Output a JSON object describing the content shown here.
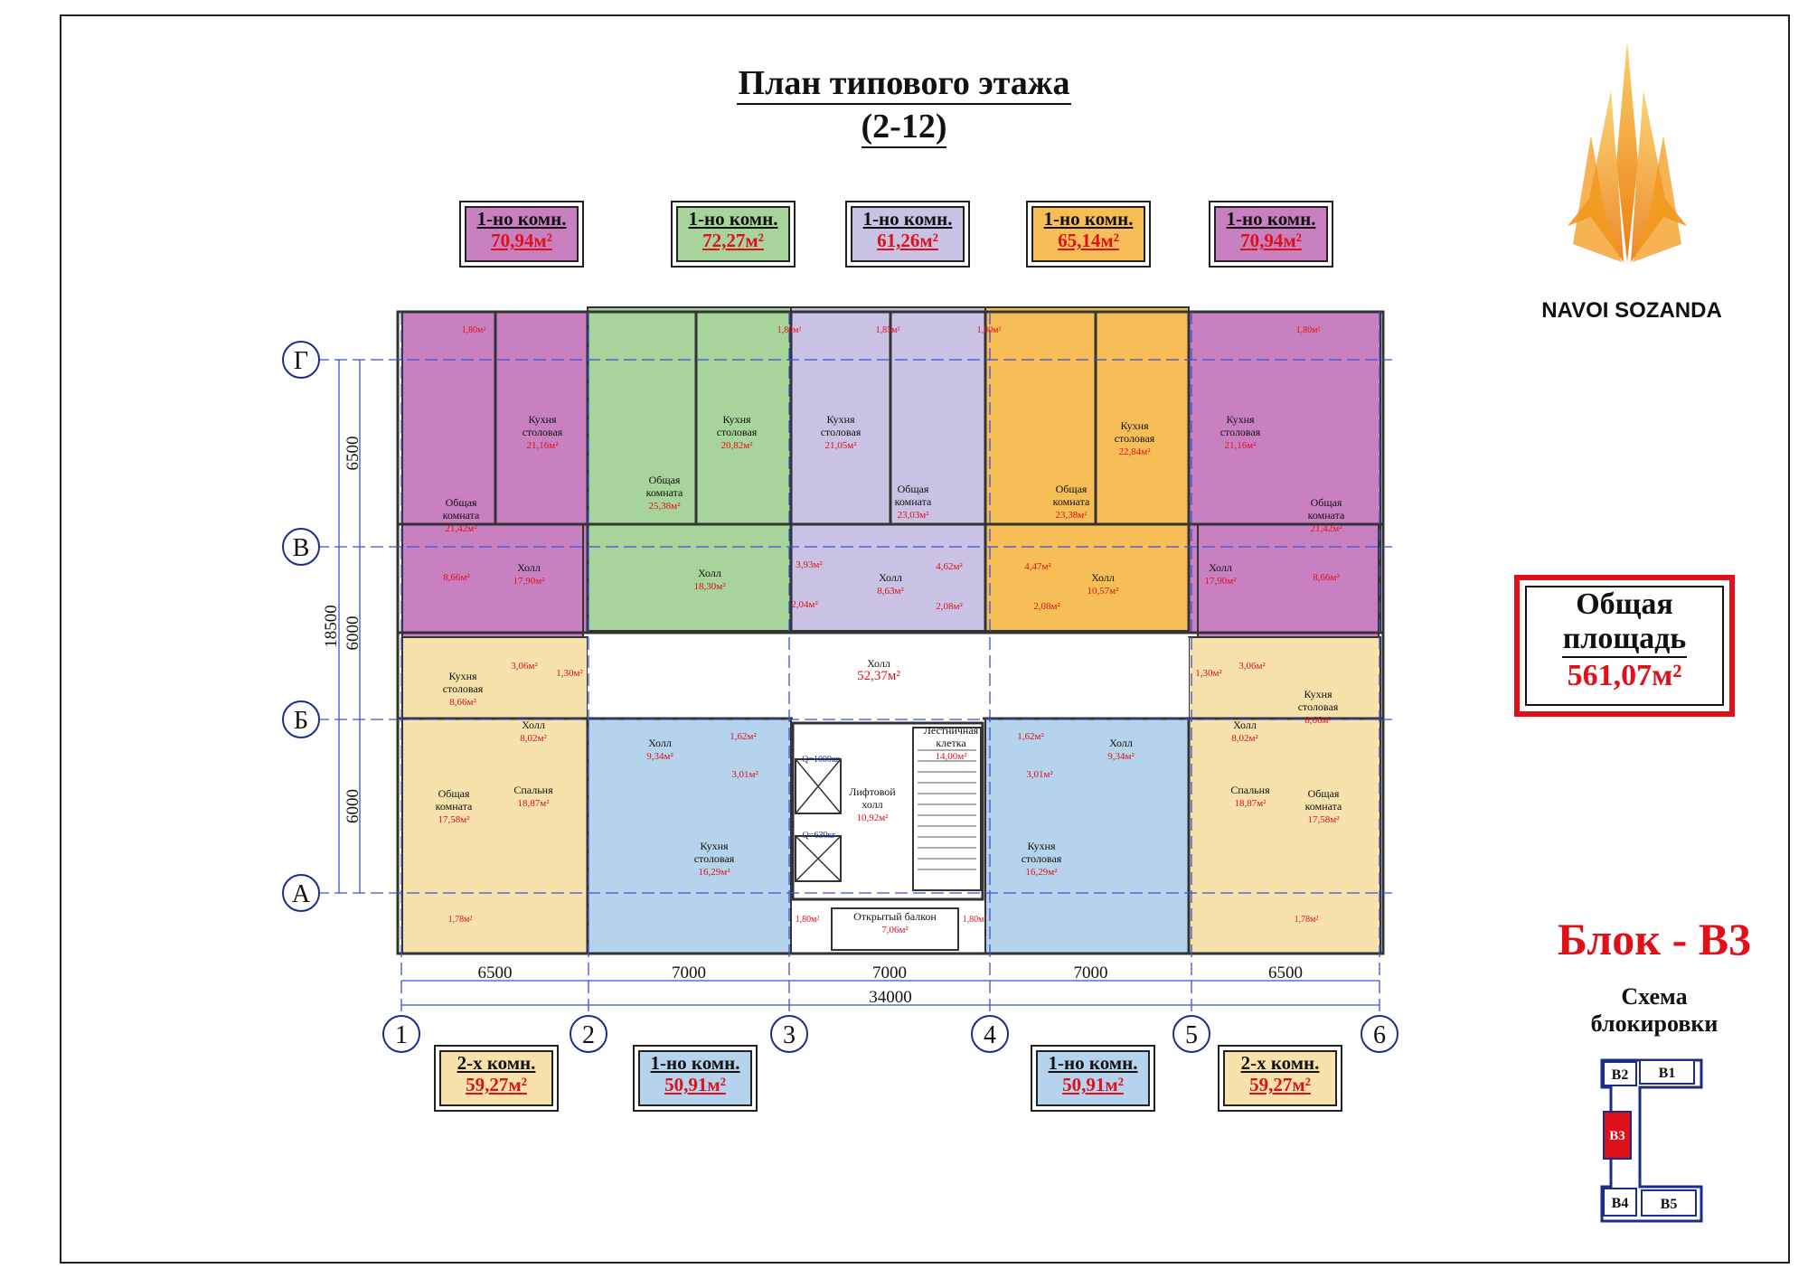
{
  "title": {
    "line1": "План типового этажа",
    "line2": "(2-12)"
  },
  "brand": "NAVOI SOZANDA",
  "total": {
    "label_line1": "Общая",
    "label_line2": "площадь",
    "value": "561,07м²"
  },
  "block_label": "Блок - В3",
  "schema_label": {
    "line1": "Схема",
    "line2": "блокировки"
  },
  "top_tags": [
    {
      "type": "1-но комн.",
      "area": "70,94м²",
      "color": "#c980c0"
    },
    {
      "type": "1-но комн.",
      "area": "72,27м²",
      "color": "#a6d49a"
    },
    {
      "type": "1-но комн.",
      "area": "61,26м²",
      "color": "#c9c2e4"
    },
    {
      "type": "1-но комн.",
      "area": "65,14м²",
      "color": "#f7be58"
    },
    {
      "type": "1-но комн.",
      "area": "70,94м²",
      "color": "#c980c0"
    }
  ],
  "bottom_tags": [
    {
      "type": "2-х комн.",
      "area": "59,27м²",
      "color": "#f6e2aa"
    },
    {
      "type": "1-но комн.",
      "area": "50,91м²",
      "color": "#b5d3ec"
    },
    {
      "type": "1-но комн.",
      "area": "50,91м²",
      "color": "#b5d3ec"
    },
    {
      "type": "2-х комн.",
      "area": "59,27м²",
      "color": "#f6e2aa"
    }
  ],
  "axes_letters": [
    "Г",
    "В",
    "Б",
    "А"
  ],
  "axes_numbers": [
    "1",
    "2",
    "3",
    "4",
    "5",
    "6"
  ],
  "dims": {
    "bottom": [
      "6500",
      "7000",
      "7000",
      "7000",
      "6500"
    ],
    "total": "34000",
    "left": [
      "6500",
      "6000",
      "6000"
    ],
    "left_total": "18500"
  },
  "rooms": [
    {
      "name": "Кухня\nстоловая",
      "area": "21,16м²"
    },
    {
      "name": "Общая\nкомната",
      "area": "21,42м²"
    },
    {
      "name": "Общая\nкомната",
      "area": "25,38м²"
    },
    {
      "name": "Кухня\nстоловая",
      "area": "20,82м²"
    },
    {
      "name": "Кухня\nстоловая",
      "area": "21,05м²"
    },
    {
      "name": "Общая\nкомната",
      "area": "23,03м²"
    },
    {
      "name": "Общая\nкомната",
      "area": "23,38м²"
    },
    {
      "name": "Кухня\nстоловая",
      "area": "22,84м²"
    },
    {
      "name": "Кухня\nстоловая",
      "area": "21,16м²"
    },
    {
      "name": "Общая\nкомната",
      "area": "21,42м²"
    },
    {
      "name": "",
      "area": "8,66м²"
    },
    {
      "name": "Холл",
      "area": "17,90м²"
    },
    {
      "name": "Холл",
      "area": "18,30м²"
    },
    {
      "name": "",
      "area": "3,93м²"
    },
    {
      "name": "",
      "area": "2,04м²"
    },
    {
      "name": "Холл",
      "area": "8,63м²"
    },
    {
      "name": "",
      "area": "4,62м²"
    },
    {
      "name": "",
      "area": "2,08м²"
    },
    {
      "name": "",
      "area": "4,47м²"
    },
    {
      "name": "",
      "area": "2,08м²"
    },
    {
      "name": "Холл",
      "area": "10,57м²"
    },
    {
      "name": "Холл",
      "area": "17,90м²"
    },
    {
      "name": "",
      "area": "8,66м²"
    },
    {
      "name": "Холл",
      "area": "52,37м²"
    },
    {
      "name": "Кухня\nстоловая",
      "area": "8,66м²"
    },
    {
      "name": "",
      "area": "3,06м²"
    },
    {
      "name": "",
      "area": "1,30м²"
    },
    {
      "name": "Холл",
      "area": "8,02м²"
    },
    {
      "name": "Общая\nкомната",
      "area": "17,58м²"
    },
    {
      "name": "Спальня",
      "area": "18,87м²"
    },
    {
      "name": "Холл",
      "area": "9,34м²"
    },
    {
      "name": "",
      "area": "1,62м²"
    },
    {
      "name": "",
      "area": "3,01м²"
    },
    {
      "name": "Кухня\nстоловая",
      "area": "16,29м²"
    },
    {
      "name": "Лифтовой\nхолл",
      "area": "10,92м²"
    },
    {
      "name": "Лестничная\nклетка",
      "area": "14,00м²"
    },
    {
      "name": "",
      "area": "1,62м²"
    },
    {
      "name": "Холл",
      "area": "9,34м²"
    },
    {
      "name": "",
      "area": "3,01м²"
    },
    {
      "name": "Кухня\nстоловая",
      "area": "16,29м²"
    },
    {
      "name": "Спальня",
      "area": "18,87м²"
    },
    {
      "name": "Общая\nкомната",
      "area": "17,58м²"
    },
    {
      "name": "Холл",
      "area": "8,02м²"
    },
    {
      "name": "Кухня\nстоловая",
      "area": "8,66м²"
    },
    {
      "name": "",
      "area": "1,30м²"
    },
    {
      "name": "",
      "area": "3,06м²"
    },
    {
      "name": "Открытый балкон",
      "area": "7,06м²"
    }
  ],
  "balconies": [
    "1,80м²",
    "1,80м²",
    "1,85м²",
    "1,80м²",
    "1,80м²",
    "1,78м²",
    "1,80м²",
    "1,80м²",
    "1,78м²"
  ],
  "lifts": [
    "Q=1000кг",
    "Q=630кг"
  ],
  "schema_blocks": [
    "В2",
    "В1",
    "В3",
    "В4",
    "В5"
  ],
  "colors": {
    "accent_red": "#e0101a",
    "axis_blue": "#3b4fd8",
    "logo_orange": "#f29a1a"
  }
}
